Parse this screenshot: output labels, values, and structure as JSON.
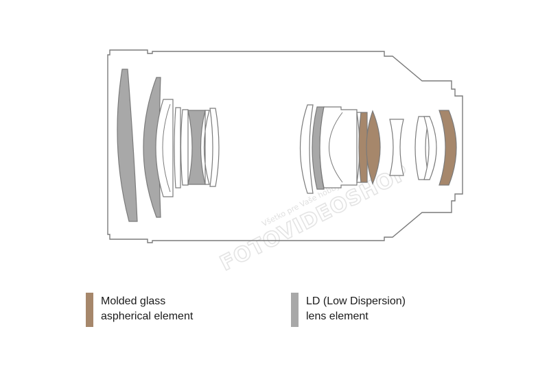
{
  "colors": {
    "barrel_stroke": "#7a7a7a",
    "molded_glass_aspherical": "#a6876b",
    "ld_low_dispersion": "#a8a8a8",
    "plain_glass": "#ffffff",
    "watermark": "#e6e6e6"
  },
  "watermark": {
    "main": "FOTOVIDEOSHOP",
    "sub": "Všetko pre Vaše hobby"
  },
  "legend": [
    {
      "id": "molded",
      "line1": "Molded glass",
      "line2": "aspherical element",
      "color": "#a6876b"
    },
    {
      "id": "ld",
      "line1": "LD (Low Dispersion)",
      "line2": "lens element",
      "color": "#a8a8a8"
    }
  ]
}
